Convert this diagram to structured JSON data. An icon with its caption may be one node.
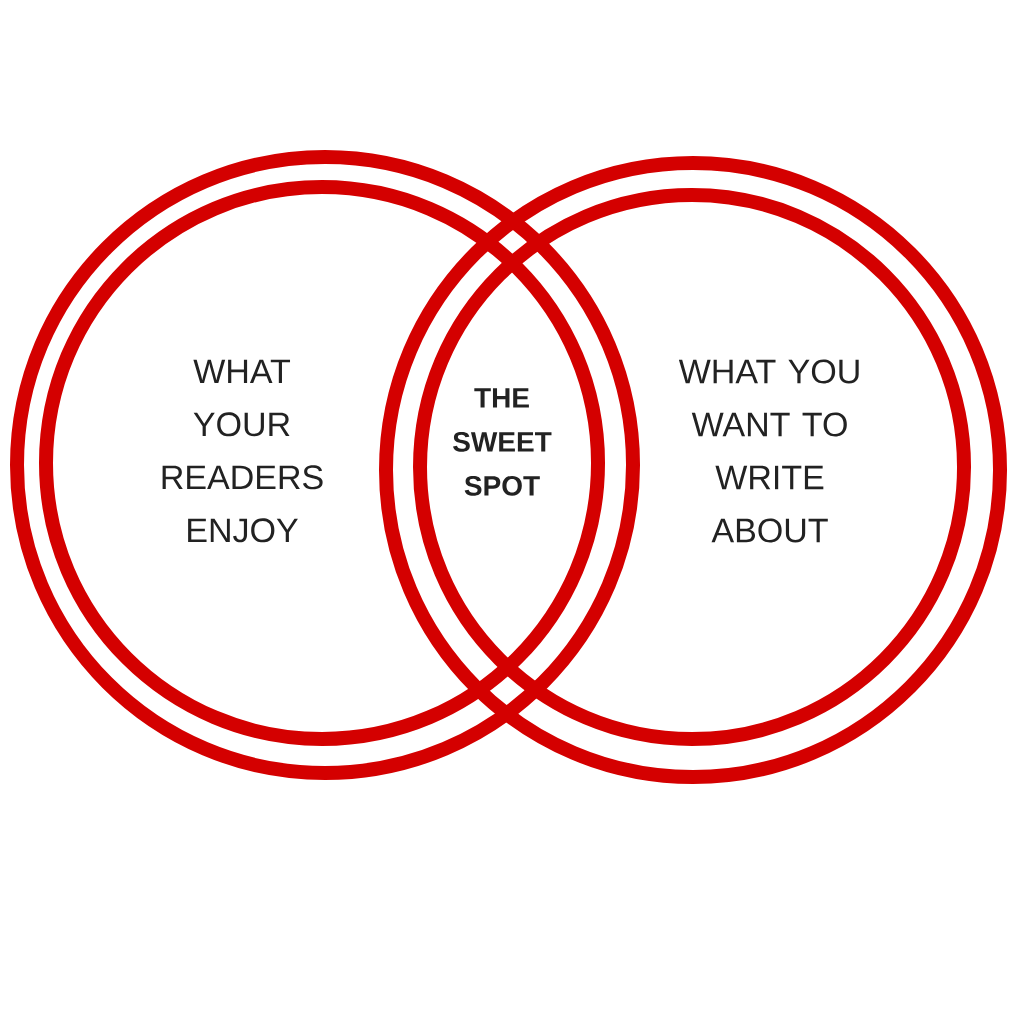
{
  "diagram": {
    "nodes": [
      {
        "text": [
          "WHAT YOUR READERS ENJOY"
        ]
      },
      {
        "text": [
          "WHAT YOU WANT TO WRITE ABOUT"
        ]
      },
      {
        "text": [
          "THE SWEET SPOT"
        ]
      }
    ],
    "edges": []
  }
}
